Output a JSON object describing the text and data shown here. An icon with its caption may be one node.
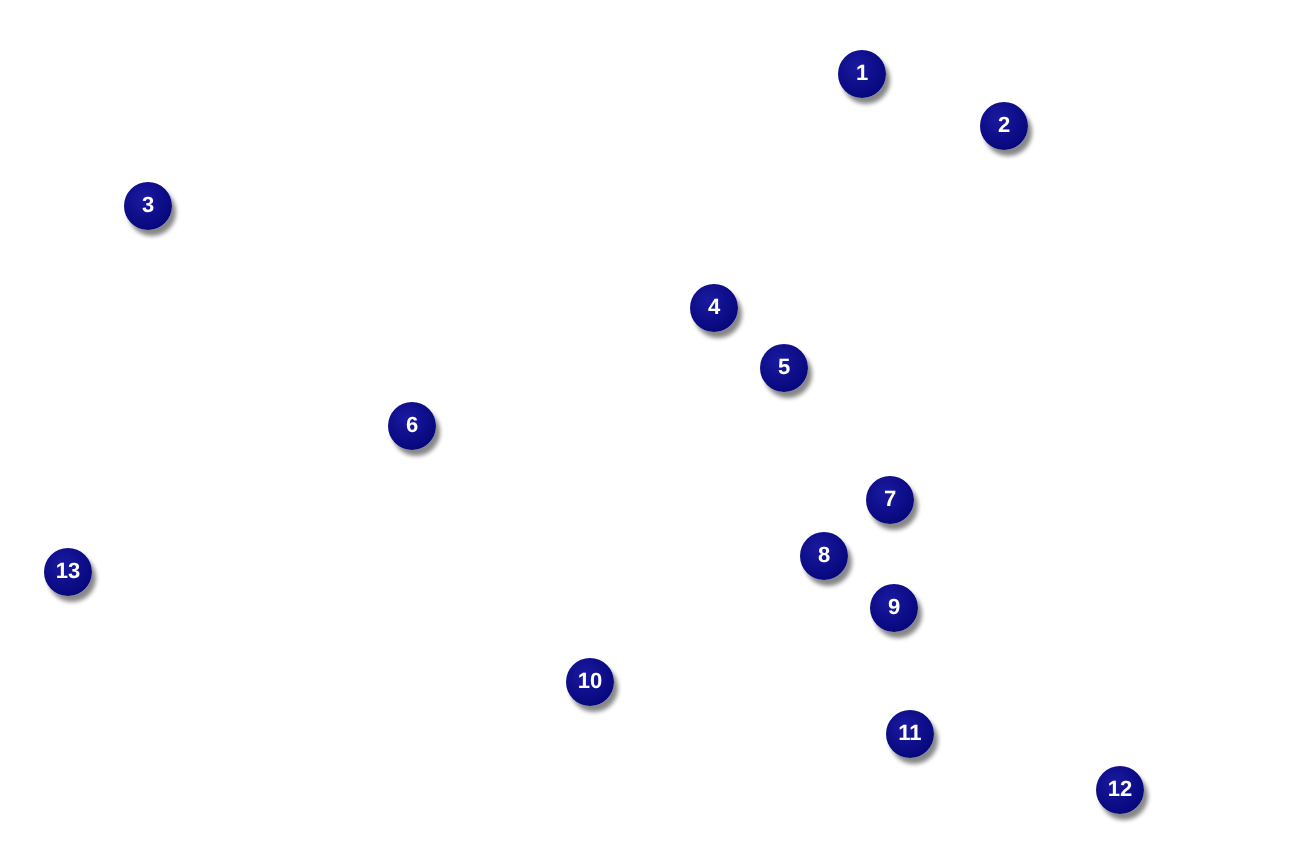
{
  "diagram": {
    "labels": [
      "1",
      "2",
      "3",
      "4",
      "5",
      "6",
      "7",
      "8",
      "9",
      "10",
      "11",
      "12",
      "13"
    ]
  }
}
